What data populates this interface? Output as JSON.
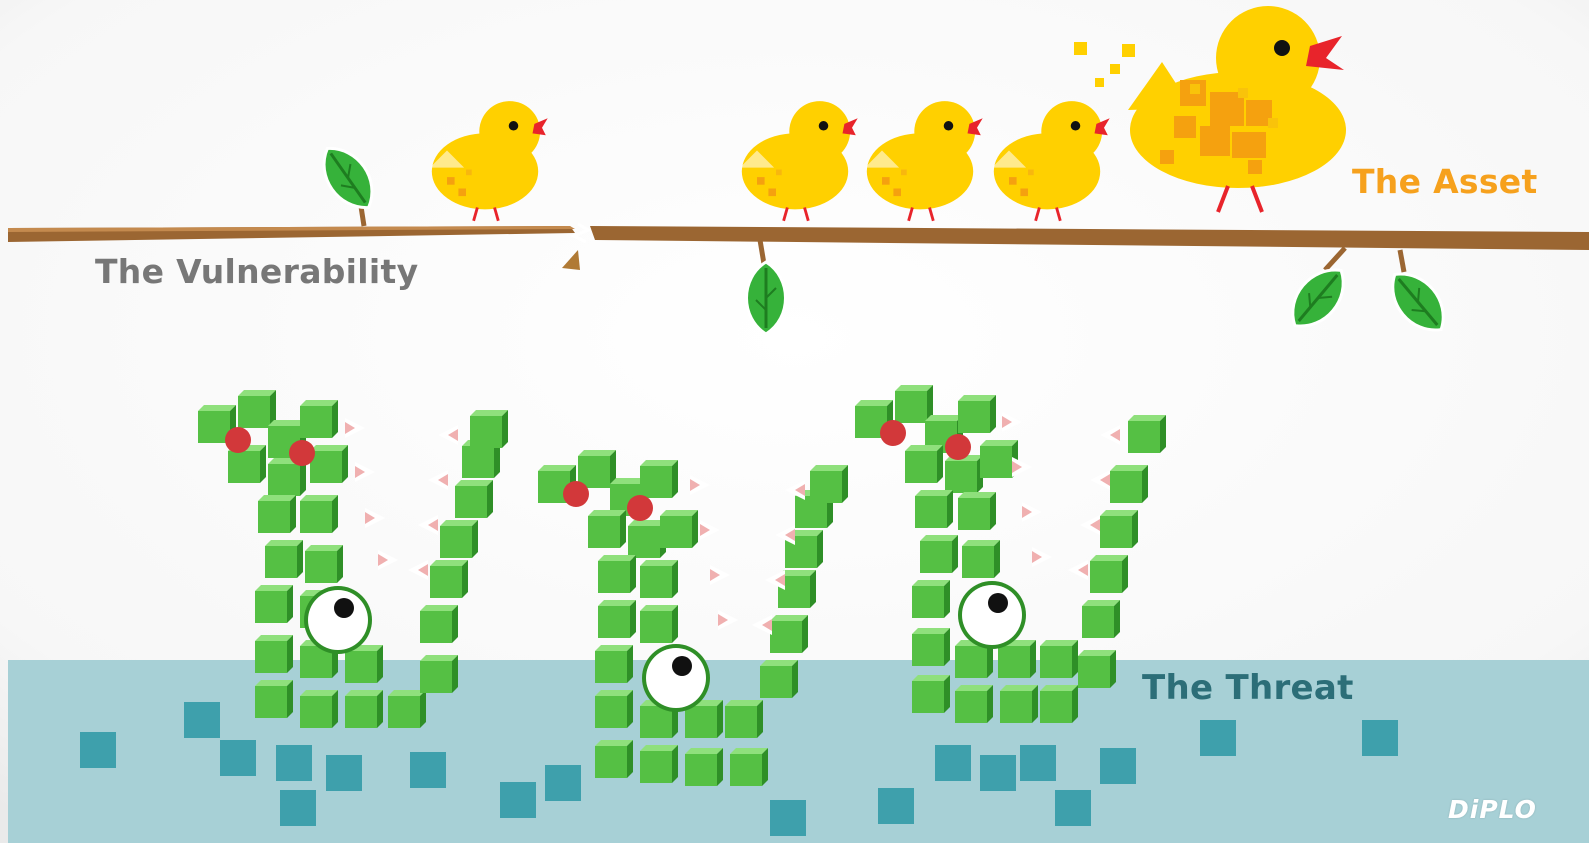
{
  "labels": {
    "asset": "The Asset",
    "vulnerability": "The Vulnerability",
    "threat": "The Threat"
  },
  "logo": "DiPLO",
  "colors": {
    "duck": "#ffd000",
    "duck_spot": "#f5a10f",
    "beak": "#e8242b",
    "branch": "#9b6632",
    "leaf": "#36b23a",
    "water": "#a7d0d6",
    "water_pixel": "#3ea0ac",
    "croc_green": "#5cc64a",
    "croc_dark": "#3a9a2d",
    "croc_eye_red": "#d2383a",
    "asset_text": "#f6a11d",
    "vulnerability_text": "#777777",
    "threat_text": "#2c6e78"
  },
  "icons": [
    "duckling-icon",
    "mother-duck-icon",
    "branch-crack-icon",
    "leaf-icon",
    "crocodile-icon",
    "diplo-logo"
  ]
}
